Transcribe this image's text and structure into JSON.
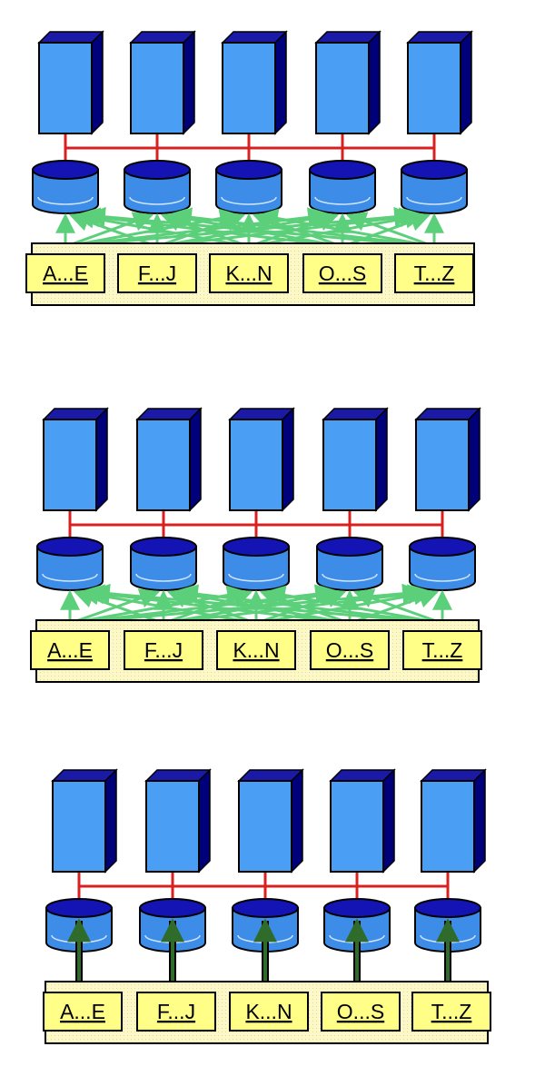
{
  "colors": {
    "server_front": "#4a9ff5",
    "server_top": "#1a1aa6",
    "server_side": "#00007a",
    "disk_body": "#3d8de8",
    "disk_top": "#1414b4",
    "bus_line": "#d82020",
    "arrow_light": "#5ccf7a",
    "arrow_dark": "#2f6b2a",
    "partition_fill": "#ffff88",
    "container_fill": "#fcf8c8",
    "outline": "#000000"
  },
  "icons": {
    "server": "server-icon",
    "disk": "disk-icon"
  },
  "panels": [
    {
      "name": "panel-1",
      "arrow_style": "light",
      "partitions": [
        "A...E",
        "F...J",
        "K...N",
        "O...S",
        "T...Z"
      ]
    },
    {
      "name": "panel-2",
      "arrow_style": "light",
      "partitions": [
        "A...E",
        "F...J",
        "K...N",
        "O...S",
        "T...Z"
      ]
    },
    {
      "name": "panel-3",
      "arrow_style": "dark",
      "partitions": [
        "A...E",
        "F...J",
        "K...N",
        "O...S",
        "T...Z"
      ]
    }
  ]
}
